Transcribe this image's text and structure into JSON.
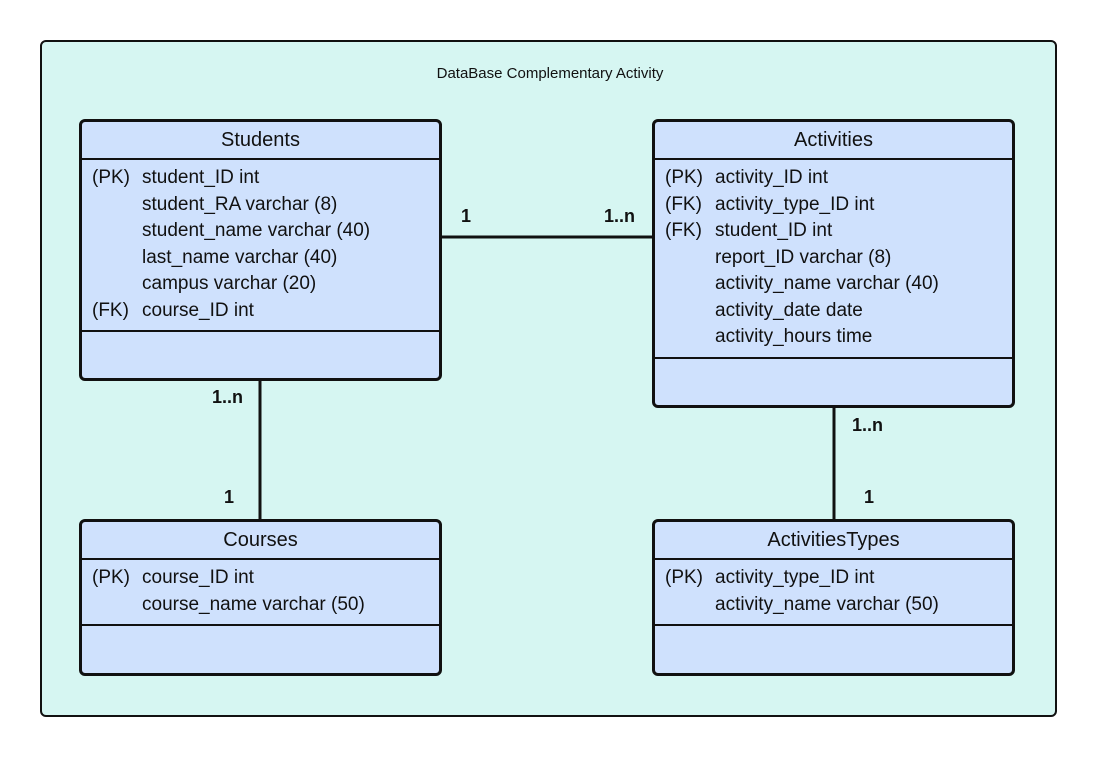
{
  "title": "DataBase Complementary Activity",
  "entities": {
    "students": {
      "name": "Students",
      "attributes": [
        {
          "key": "(PK)",
          "text": "student_ID int"
        },
        {
          "key": "",
          "text": "student_RA varchar (8)"
        },
        {
          "key": "",
          "text": "student_name varchar (40)"
        },
        {
          "key": "",
          "text": "last_name varchar (40)"
        },
        {
          "key": "",
          "text": "campus varchar (20)"
        },
        {
          "key": "(FK)",
          "text": "course_ID int"
        }
      ]
    },
    "activities": {
      "name": "Activities",
      "attributes": [
        {
          "key": "(PK)",
          "text": "activity_ID int"
        },
        {
          "key": "(FK)",
          "text": "activity_type_ID int"
        },
        {
          "key": "(FK)",
          "text": "student_ID int"
        },
        {
          "key": "",
          "text": "report_ID varchar (8)"
        },
        {
          "key": "",
          "text": "activity_name varchar (40)"
        },
        {
          "key": "",
          "text": "activity_date date"
        },
        {
          "key": "",
          "text": "activity_hours time"
        }
      ]
    },
    "courses": {
      "name": "Courses",
      "attributes": [
        {
          "key": "(PK)",
          "text": "course_ID int"
        },
        {
          "key": "",
          "text": "course_name varchar (50)"
        }
      ]
    },
    "activities_types": {
      "name": "ActivitiesTypes",
      "attributes": [
        {
          "key": "(PK)",
          "text": "activity_type_ID int"
        },
        {
          "key": "",
          "text": "activity_name varchar (50)"
        }
      ]
    }
  },
  "relationships": {
    "students_activities": {
      "from_card": "1",
      "to_card": "1..n"
    },
    "students_courses": {
      "from_card": "1..n",
      "to_card": "1"
    },
    "activities_types": {
      "from_card": "1..n",
      "to_card": "1"
    }
  },
  "colors": {
    "frame_fill": "#d6f6f2",
    "entity_fill": "#cfe1fd",
    "stroke": "#111111"
  }
}
